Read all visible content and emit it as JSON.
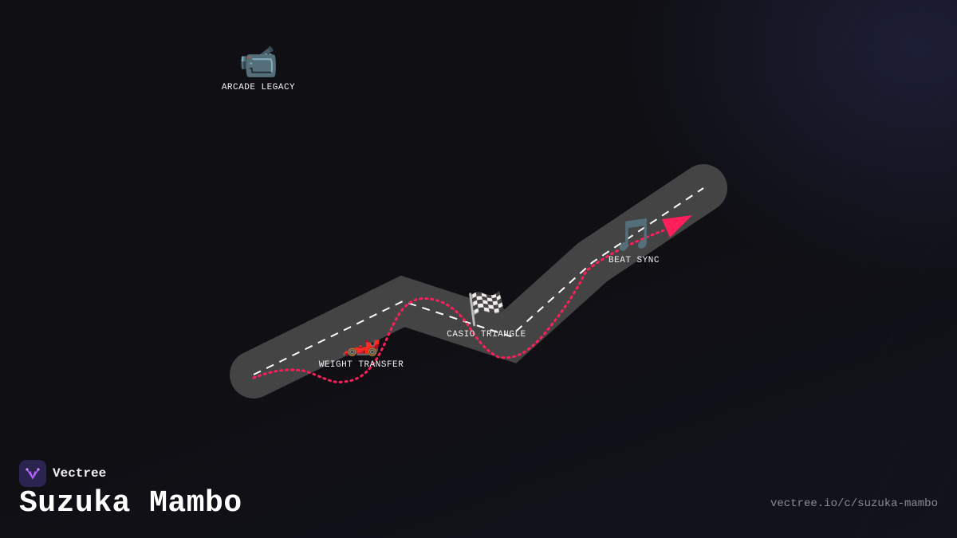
{
  "markers": [
    {
      "icon": "📹",
      "label": "ARCADE LEGACY"
    },
    {
      "icon": "🏎️",
      "label": "WEIGHT TRANSFER"
    },
    {
      "icon": "🏁",
      "label": "CASIO TRIANGLE"
    },
    {
      "icon": "🎵",
      "label": "BEAT SYNC"
    }
  ],
  "brand": {
    "name": "Vectree"
  },
  "title": "Suzuka Mambo",
  "url": "vectree.io/c/suzuka-mambo",
  "colors": {
    "background": "#0f0f14",
    "track": "#444444",
    "center_line": "#ffffff",
    "racing_line": "#ff1f5a",
    "accent": "#b060ff"
  }
}
